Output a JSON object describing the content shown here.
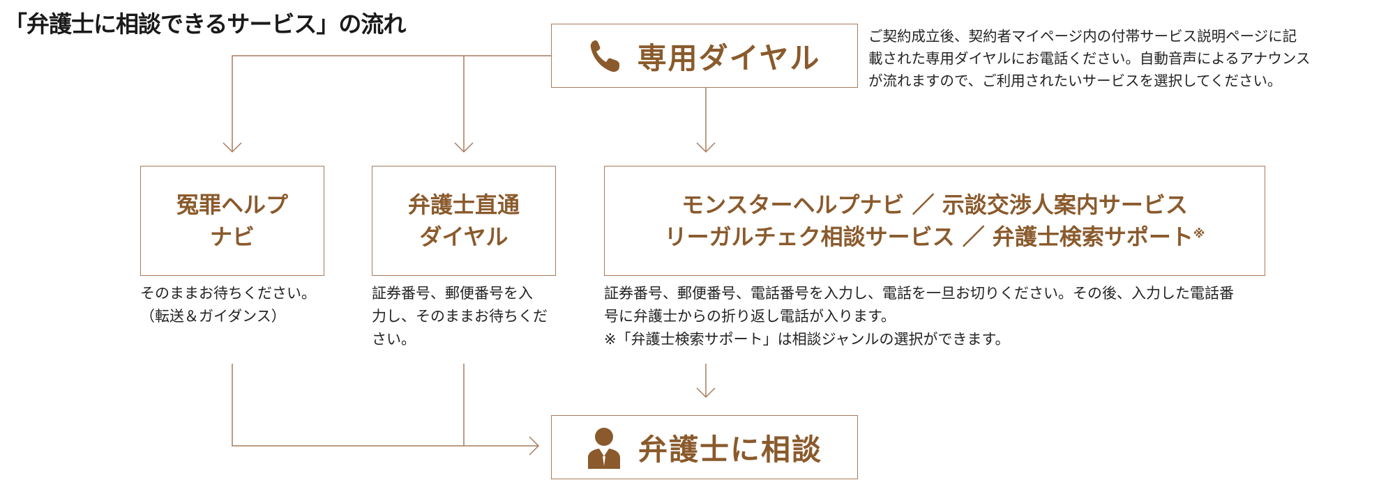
{
  "title": "「弁護士に相談できるサービス」の流れ",
  "colors": {
    "accent": "#8a5a2c",
    "line": "#a87a5a"
  },
  "top_box": {
    "icon": "phone-icon",
    "label": "専用ダイヤル"
  },
  "top_description": [
    "ご契約成立後、契約者マイページ内の付帯サービス説明ページに記",
    "載された専用ダイヤルにお電話ください。自動音声によるアナウンス",
    "が流れますので、ご利用されたいサービスを選択してください。"
  ],
  "boxes": [
    {
      "lines": [
        "冤罪ヘルプ",
        "ナビ"
      ],
      "description": [
        "そのままお待ちください。",
        "（転送＆ガイダンス）"
      ]
    },
    {
      "lines": [
        "弁護士直通",
        "ダイヤル"
      ],
      "description": [
        "証券番号、郵便番号を入",
        "力し、そのままお待ちくだ",
        "さい。"
      ]
    },
    {
      "lines": [
        "モンスターヘルプナビ ／ 示談交渉人案内サービス",
        "リーガルチェク相談サービス ／ 弁護士検索サポート"
      ],
      "note_mark": "※",
      "description": [
        "証券番号、郵便番号、電話番号を入力し、電話を一旦お切りください。その後、入力した電話番",
        "号に弁護士からの折り返し電話が入ります。",
        "※「弁護士検索サポート」は相談ジャンルの選択ができます。"
      ]
    }
  ],
  "bottom_box": {
    "icon": "lawyer-person-icon",
    "label": "弁護士に相談"
  }
}
